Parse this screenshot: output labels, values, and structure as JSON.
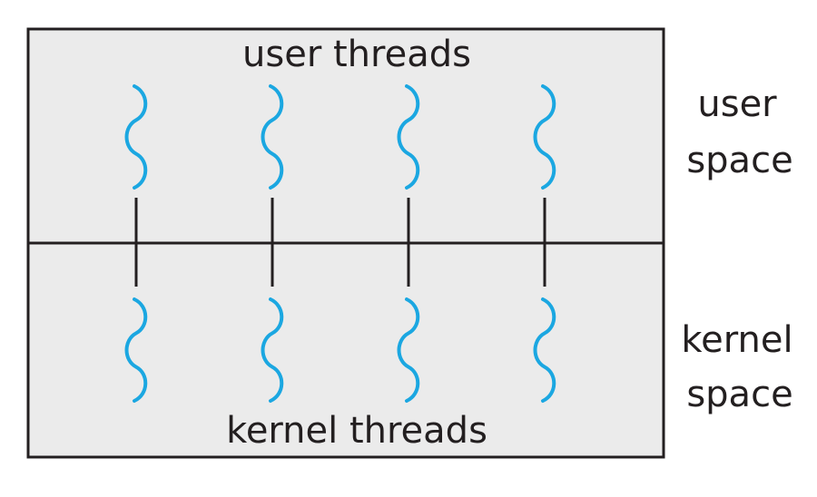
{
  "labels": {
    "user_threads": "user threads",
    "kernel_threads": "kernel threads",
    "user_space_line1": "user",
    "user_space_line2": "space",
    "kernel_space_line1": "kernel",
    "kernel_space_line2": "space"
  },
  "diagram": {
    "model": "one-to-one",
    "user_thread_count": 4,
    "kernel_thread_count": 4
  },
  "colors": {
    "thread": "#1ba7e1",
    "background": "#ebebeb",
    "line": "#231f20"
  }
}
